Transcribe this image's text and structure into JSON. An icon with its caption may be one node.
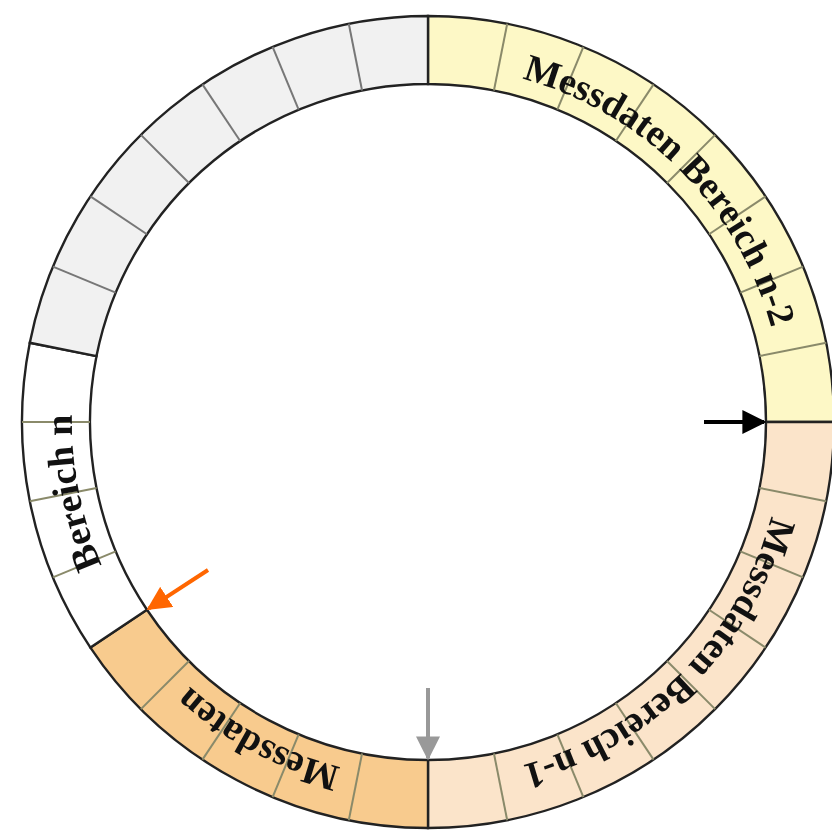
{
  "diagram": {
    "nodes": [
      {
        "text": [
          "Messdaten Bereich n-2"
        ]
      },
      {
        "text": [
          "Messdaten Bereich n-1"
        ]
      },
      {
        "text": [
          "Messdaten"
        ]
      },
      {
        "text": [
          "Bereich n"
        ]
      },
      {
        "text": [],
        "shape": "bar"
      }
    ],
    "edges": [
      {
        "from": null,
        "to": 1,
        "arrow": "to",
        "color": "#000000"
      },
      {
        "from": null,
        "to": 2,
        "arrow": "to",
        "color": "#999999"
      },
      {
        "from": null,
        "to": 3,
        "arrow": "to",
        "color": "#ff6600"
      }
    ]
  }
}
